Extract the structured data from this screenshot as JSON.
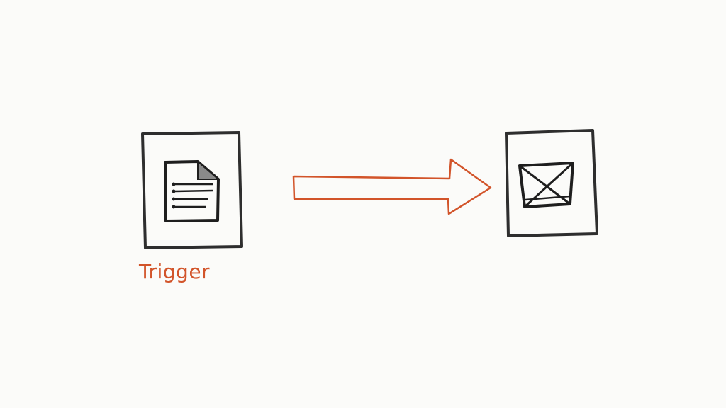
{
  "diagram": {
    "trigger_label": "Trigger",
    "colors": {
      "ink": "#2a2a2a",
      "accent": "#d2542a",
      "background": "#fbfbf9"
    },
    "nodes": [
      {
        "id": "trigger-node",
        "icon": "document-icon"
      },
      {
        "id": "target-node",
        "icon": "envelope-icon"
      }
    ],
    "edges": [
      {
        "from": "trigger-node",
        "to": "target-node",
        "style": "hollow-arrow"
      }
    ]
  }
}
